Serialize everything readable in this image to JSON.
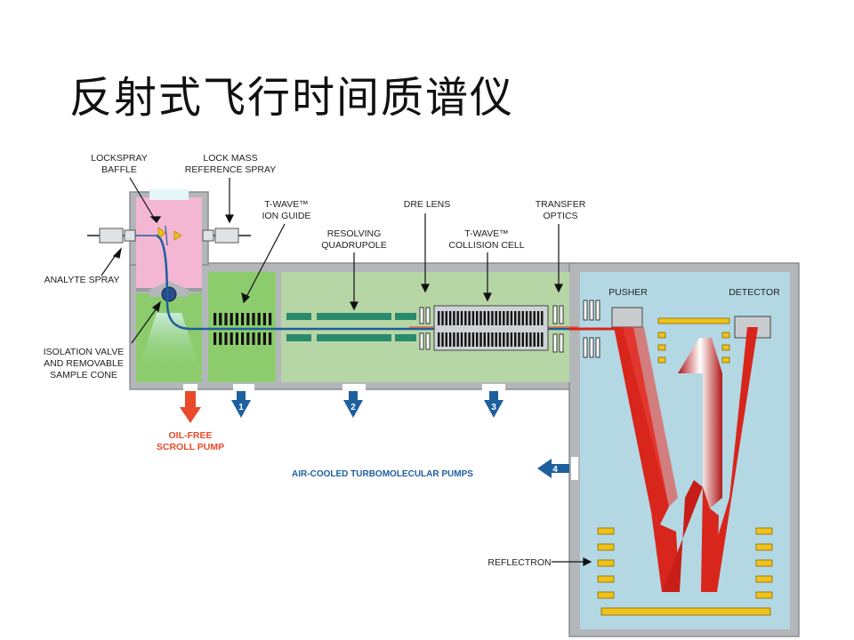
{
  "slide": {
    "title": "反射式飞行时间质谱仪"
  },
  "labels": {
    "lockspray_baffle": [
      "LOCKSPRAY",
      "BAFFLE"
    ],
    "lock_mass_reference_spray": [
      "LOCK MASS",
      "REFERENCE SPRAY"
    ],
    "twave_ion_guide": [
      "T-WAVE™",
      "ION GUIDE"
    ],
    "resolving_quadrupole": [
      "RESOLVING",
      "QUADRUPOLE"
    ],
    "dre_lens": [
      "DRE LENS"
    ],
    "twave_collision_cell": [
      "T-WAVE™",
      "COLLISION CELL"
    ],
    "transfer_optics": [
      "TRANSFER",
      "OPTICS"
    ],
    "analyte_spray": [
      "ANALYTE SPRAY"
    ],
    "isolation_valve": [
      "ISOLATION VALVE",
      "AND REMOVABLE",
      "SAMPLE CONE"
    ],
    "pusher": [
      "PUSHER"
    ],
    "detector": [
      "DETECTOR"
    ],
    "reflectron": [
      "REFLECTRON"
    ]
  },
  "pumps": {
    "scroll_pump": [
      "OIL-FREE",
      "SCROLL PUMP"
    ],
    "turbo_pumps": "AIR-COOLED TURBOMOLECULAR PUMPS",
    "numbers": [
      "1",
      "2",
      "3",
      "4"
    ]
  },
  "colors": {
    "wall": "#b4b7ba",
    "source_pink": "#f3b6d3",
    "stage_green": "#8ccc6c",
    "optics_green": "#b6d6a6",
    "tof_blue": "#b3d8e4",
    "quad_teal": "#2a8a6e",
    "ion_beam_blue": "#1e5f9e",
    "flight_path_red": "#d8261c",
    "pump_blue": "#1e5f9e",
    "scroll_pump_red": "#e84a2a",
    "reflectron_gold": "#eec21a"
  }
}
